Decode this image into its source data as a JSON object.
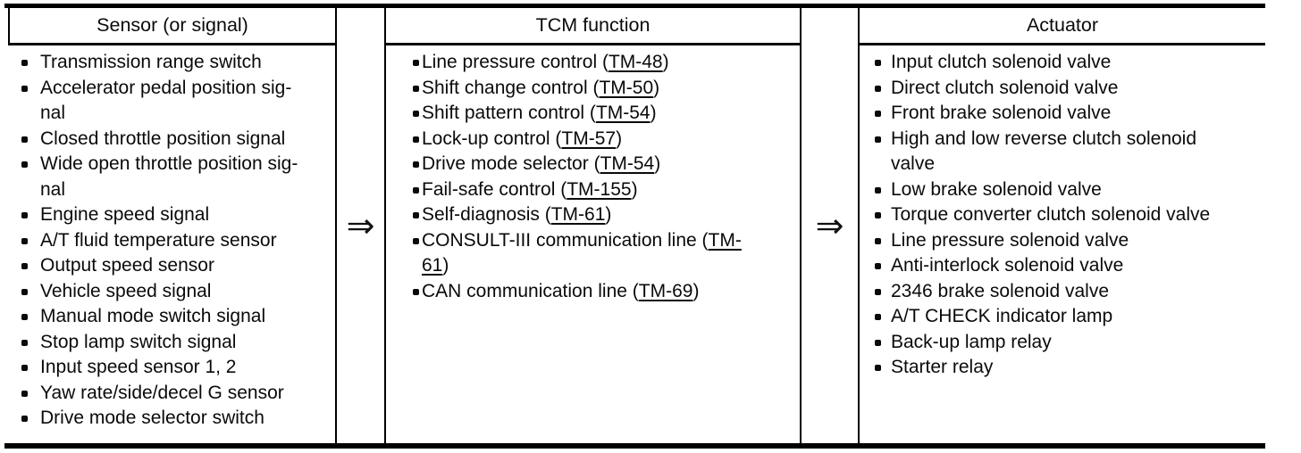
{
  "arrow_glyph": "⇒",
  "table": {
    "columns": [
      {
        "header": "Sensor (or signal)",
        "items": [
          [
            [
              "Transmission range switch"
            ]
          ],
          [
            [
              "Accelerator pedal position sig-"
            ],
            [
              "nal"
            ]
          ],
          [
            [
              "Closed throttle position signal"
            ]
          ],
          [
            [
              "Wide open throttle position sig-"
            ],
            [
              "nal"
            ]
          ],
          [
            [
              "Engine speed signal"
            ]
          ],
          [
            [
              "A/T fluid temperature sensor"
            ]
          ],
          [
            [
              "Output speed sensor"
            ]
          ],
          [
            [
              "Vehicle speed signal"
            ]
          ],
          [
            [
              "Manual mode switch signal"
            ]
          ],
          [
            [
              "Stop lamp switch signal"
            ]
          ],
          [
            [
              "Input speed sensor 1, 2"
            ]
          ],
          [
            [
              "Yaw rate/side/decel G sensor"
            ]
          ],
          [
            [
              "Drive mode selector switch"
            ]
          ]
        ]
      },
      {
        "header": "TCM function",
        "items": [
          [
            [
              "Line pressure control (",
              {
                "link": "TM-48"
              },
              ")"
            ]
          ],
          [
            [
              "Shift change control (",
              {
                "link": "TM-50"
              },
              ")"
            ]
          ],
          [
            [
              "Shift pattern control (",
              {
                "link": "TM-54"
              },
              ")"
            ]
          ],
          [
            [
              "Lock-up control (",
              {
                "link": "TM-57"
              },
              ")"
            ]
          ],
          [
            [
              "Drive mode selector (",
              {
                "link": "TM-54"
              },
              ")"
            ]
          ],
          [
            [
              "Fail-safe control (",
              {
                "link": "TM-155"
              },
              ")"
            ]
          ],
          [
            [
              "Self-diagnosis (",
              {
                "link": "TM-61"
              },
              ")"
            ]
          ],
          [
            [
              "CONSULT-III communication line (",
              {
                "link": "TM-"
              }
            ],
            [
              {
                "link": "61"
              },
              ")"
            ]
          ],
          [
            [
              "CAN communication line (",
              {
                "link": "TM-69"
              },
              ")"
            ]
          ]
        ]
      },
      {
        "header": "Actuator",
        "items": [
          [
            [
              "Input clutch solenoid valve"
            ]
          ],
          [
            [
              "Direct clutch solenoid valve"
            ]
          ],
          [
            [
              "Front brake solenoid valve"
            ]
          ],
          [
            [
              "High and low reverse clutch solenoid"
            ],
            [
              "valve"
            ]
          ],
          [
            [
              "Low brake solenoid valve"
            ]
          ],
          [
            [
              "Torque converter clutch solenoid valve"
            ]
          ],
          [
            [
              "Line pressure solenoid valve"
            ]
          ],
          [
            [
              "Anti-interlock solenoid valve"
            ]
          ],
          [
            [
              "2346 brake solenoid valve"
            ]
          ],
          [
            [
              "A/T CHECK indicator lamp"
            ]
          ],
          [
            [
              "Back-up lamp relay"
            ]
          ],
          [
            [
              "Starter relay"
            ]
          ]
        ]
      }
    ]
  }
}
